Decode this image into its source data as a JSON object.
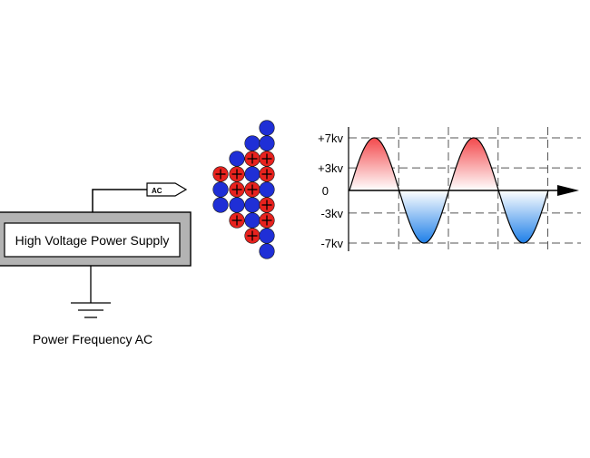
{
  "power_supply": {
    "label": "High Voltage Power Supply",
    "output_tag": "AC",
    "caption": "Power Frequency AC"
  },
  "charges": {
    "positive_color": "#e8221e",
    "negative_color": "#1f2fd6",
    "positive_symbol": "+"
  },
  "waveform": {
    "levels": [
      {
        "label": "+7kv",
        "value": 7
      },
      {
        "label": "+3kv",
        "value": 3
      },
      {
        "label": "0",
        "value": 0
      },
      {
        "label": "-3kv",
        "value": -3
      },
      {
        "label": "-7kv",
        "value": -7
      }
    ],
    "peak": 7,
    "cycles": 2,
    "arrow_icon": "arrow-right-icon",
    "positive_gradient": [
      "#f3494c",
      "#ffffff"
    ],
    "negative_gradient": [
      "#ffffff",
      "#1e7fe8"
    ]
  }
}
